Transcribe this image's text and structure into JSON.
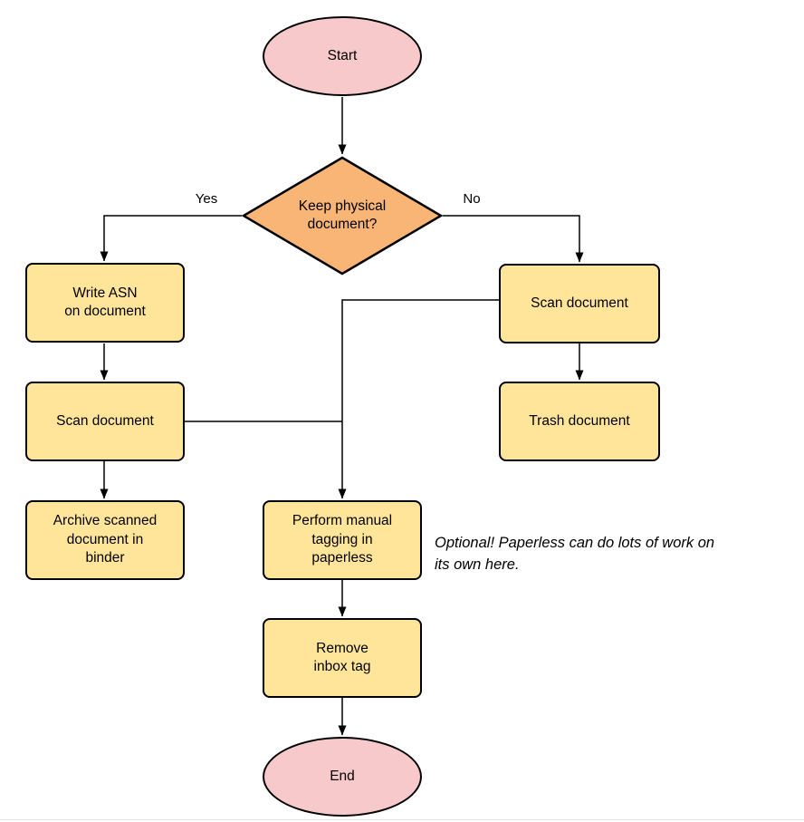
{
  "diagram": {
    "type": "flowchart",
    "nodes": {
      "start": {
        "shape": "ellipse",
        "label": "Start"
      },
      "decision": {
        "shape": "diamond",
        "label": [
          "Keep physical",
          "document?"
        ]
      },
      "write_asn": {
        "shape": "rect",
        "label": [
          "Write ASN",
          "on document"
        ]
      },
      "scan_left": {
        "shape": "rect",
        "label": "Scan document"
      },
      "archive": {
        "shape": "rect",
        "label": [
          "Archive scanned",
          "document in",
          "binder"
        ]
      },
      "scan_right": {
        "shape": "rect",
        "label": "Scan document"
      },
      "trash": {
        "shape": "rect",
        "label": "Trash document"
      },
      "tagging": {
        "shape": "rect",
        "label": [
          "Perform manual",
          "tagging in",
          "paperless"
        ]
      },
      "remove_inbox": {
        "shape": "rect",
        "label": [
          "Remove",
          "inbox tag"
        ]
      },
      "end": {
        "shape": "ellipse",
        "label": "End"
      }
    },
    "edges": [
      {
        "from": "start",
        "to": "decision",
        "label": ""
      },
      {
        "from": "decision",
        "to": "write_asn",
        "label": "Yes"
      },
      {
        "from": "decision",
        "to": "scan_right",
        "label": "No"
      },
      {
        "from": "write_asn",
        "to": "scan_left",
        "label": ""
      },
      {
        "from": "scan_left",
        "to": "archive",
        "label": ""
      },
      {
        "from": "scan_right",
        "to": "trash",
        "label": ""
      },
      {
        "from": "scan_right",
        "to": "tagging",
        "label": ""
      },
      {
        "from": "scan_left",
        "to": "tagging",
        "label": ""
      },
      {
        "from": "tagging",
        "to": "remove_inbox",
        "label": ""
      },
      {
        "from": "remove_inbox",
        "to": "end",
        "label": ""
      }
    ],
    "annotation": [
      "Optional! Paperless can do lots of work on",
      "its own here."
    ],
    "colors": {
      "terminal_fill": "#f8c9cb",
      "decision_fill": "#f8b576",
      "process_fill": "#ffe59a",
      "stroke": "#000000",
      "connector": "#000000"
    }
  }
}
